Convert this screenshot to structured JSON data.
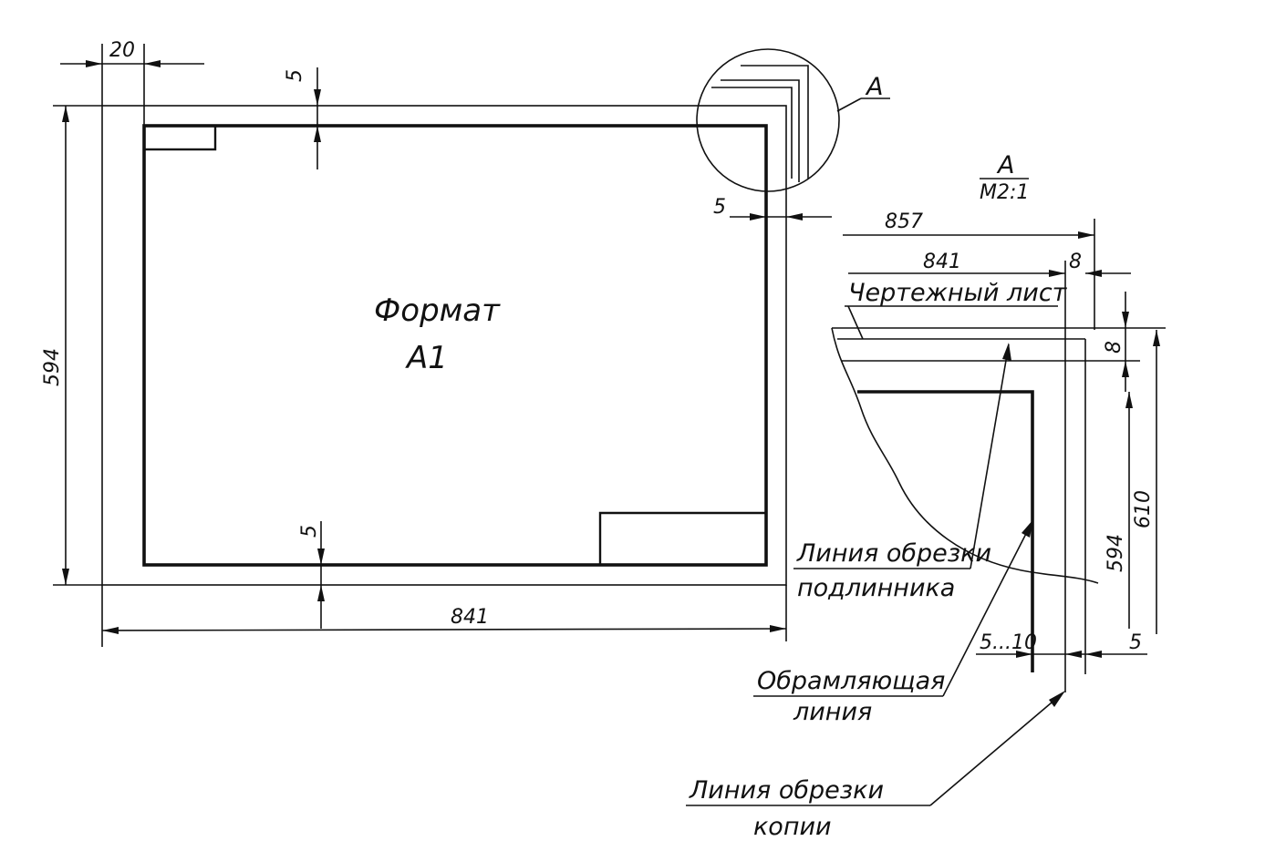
{
  "main_sheet": {
    "title_line1": "Формат",
    "title_line2": "А1",
    "dim_left_margin": "20",
    "dim_top_gap": "5",
    "dim_right_gap": "5",
    "dim_bottom_gap": "5",
    "dim_height": "594",
    "dim_width": "841"
  },
  "callout": {
    "label": "А"
  },
  "detail": {
    "title": "А",
    "scale": "М2:1",
    "dim_857": "857",
    "dim_841": "841",
    "dim_8_top": "8",
    "dim_8_side": "8",
    "dim_594": "594",
    "dim_610": "610",
    "dim_5_10": "5...10",
    "dim_5": "5",
    "label_drawing_sheet": "Чертежный лист",
    "label_original_cut_1": "Линия обрезки",
    "label_original_cut_2": "подлинника",
    "label_frame_1": "Обрамляющая",
    "label_frame_2": "линия",
    "label_copy_cut_1": "Линия обрезки",
    "label_copy_cut_2": "копии"
  }
}
